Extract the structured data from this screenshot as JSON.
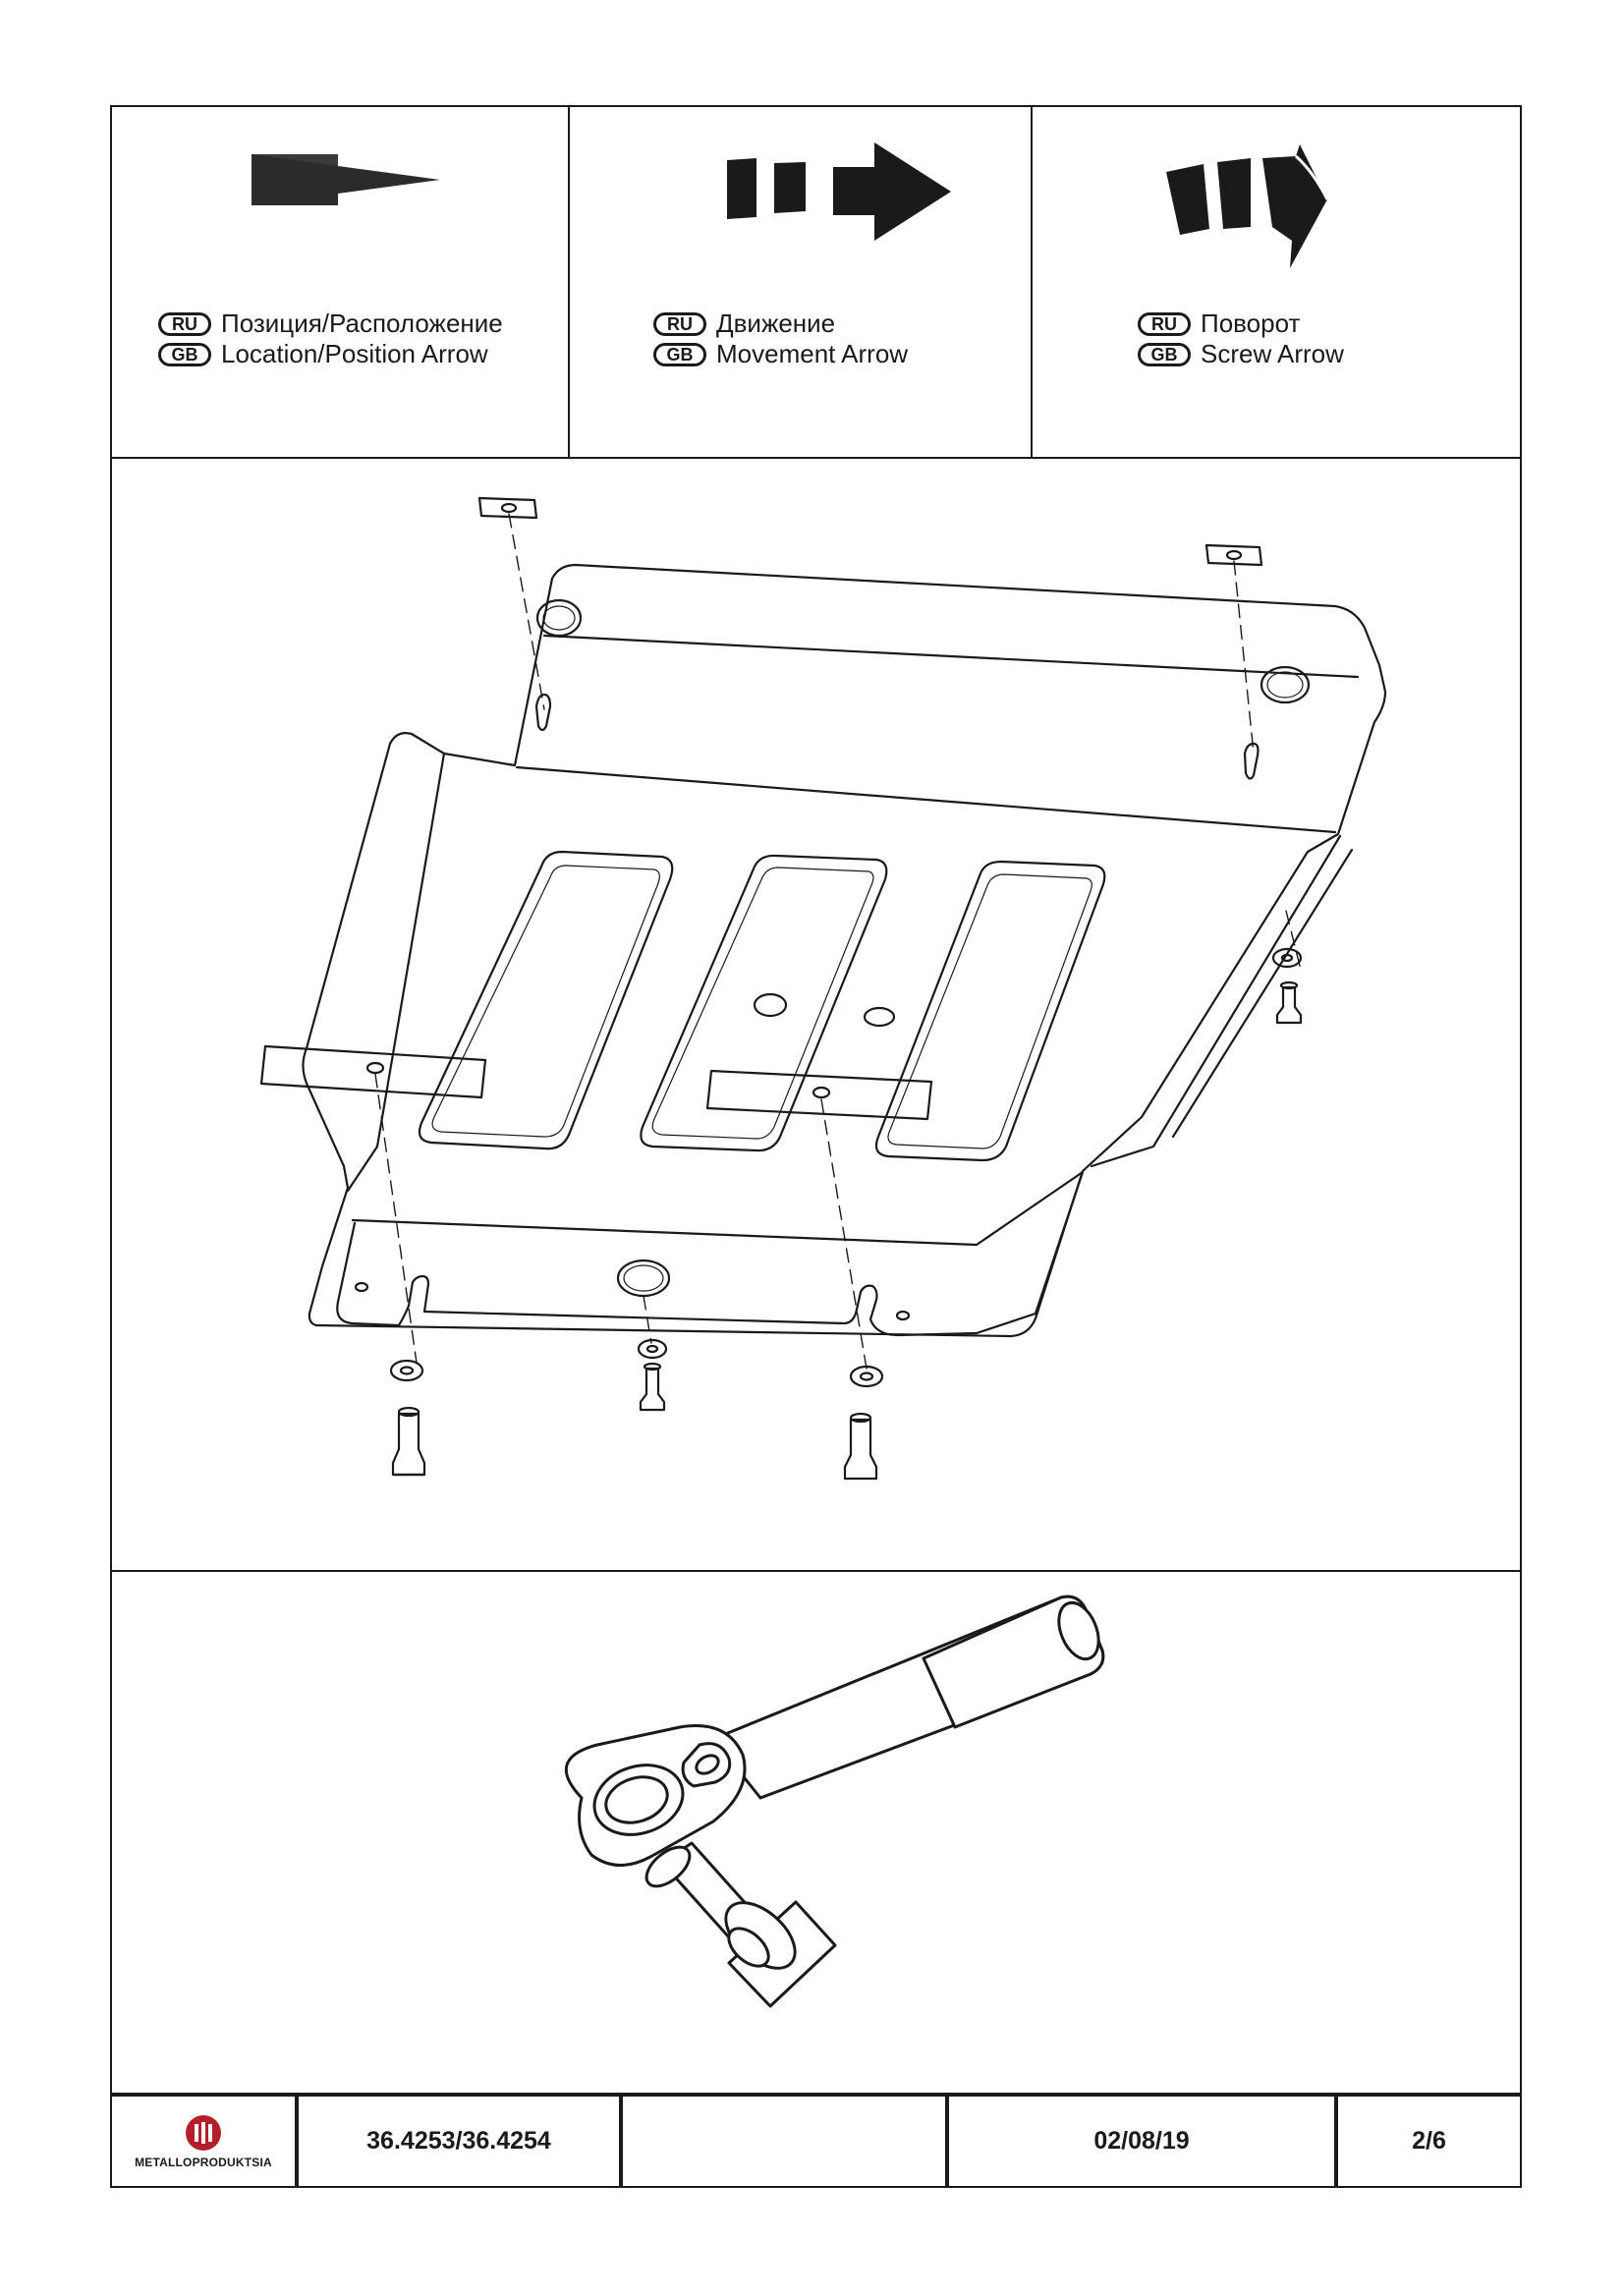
{
  "legend": [
    {
      "icon": "location-arrow-icon",
      "ru_badge": "RU",
      "gb_badge": "GB",
      "ru": "Позиция/Расположение",
      "gb": "Location/Position Arrow"
    },
    {
      "icon": "movement-arrow-icon",
      "ru_badge": "RU",
      "gb_badge": "GB",
      "ru": "Движение",
      "gb": "Movement Arrow"
    },
    {
      "icon": "screw-arrow-icon",
      "ru_badge": "RU",
      "gb_badge": "GB",
      "ru": "Поворот",
      "gb": "Screw Arrow"
    }
  ],
  "title_block": {
    "company": "METALLOPRODUKTSIA",
    "part_number": "36.4253/36.4254",
    "blank": "",
    "date": "02/08/19",
    "page": "2/6"
  },
  "colors": {
    "line": "#1a1a1a",
    "logo": "#b3202a"
  }
}
